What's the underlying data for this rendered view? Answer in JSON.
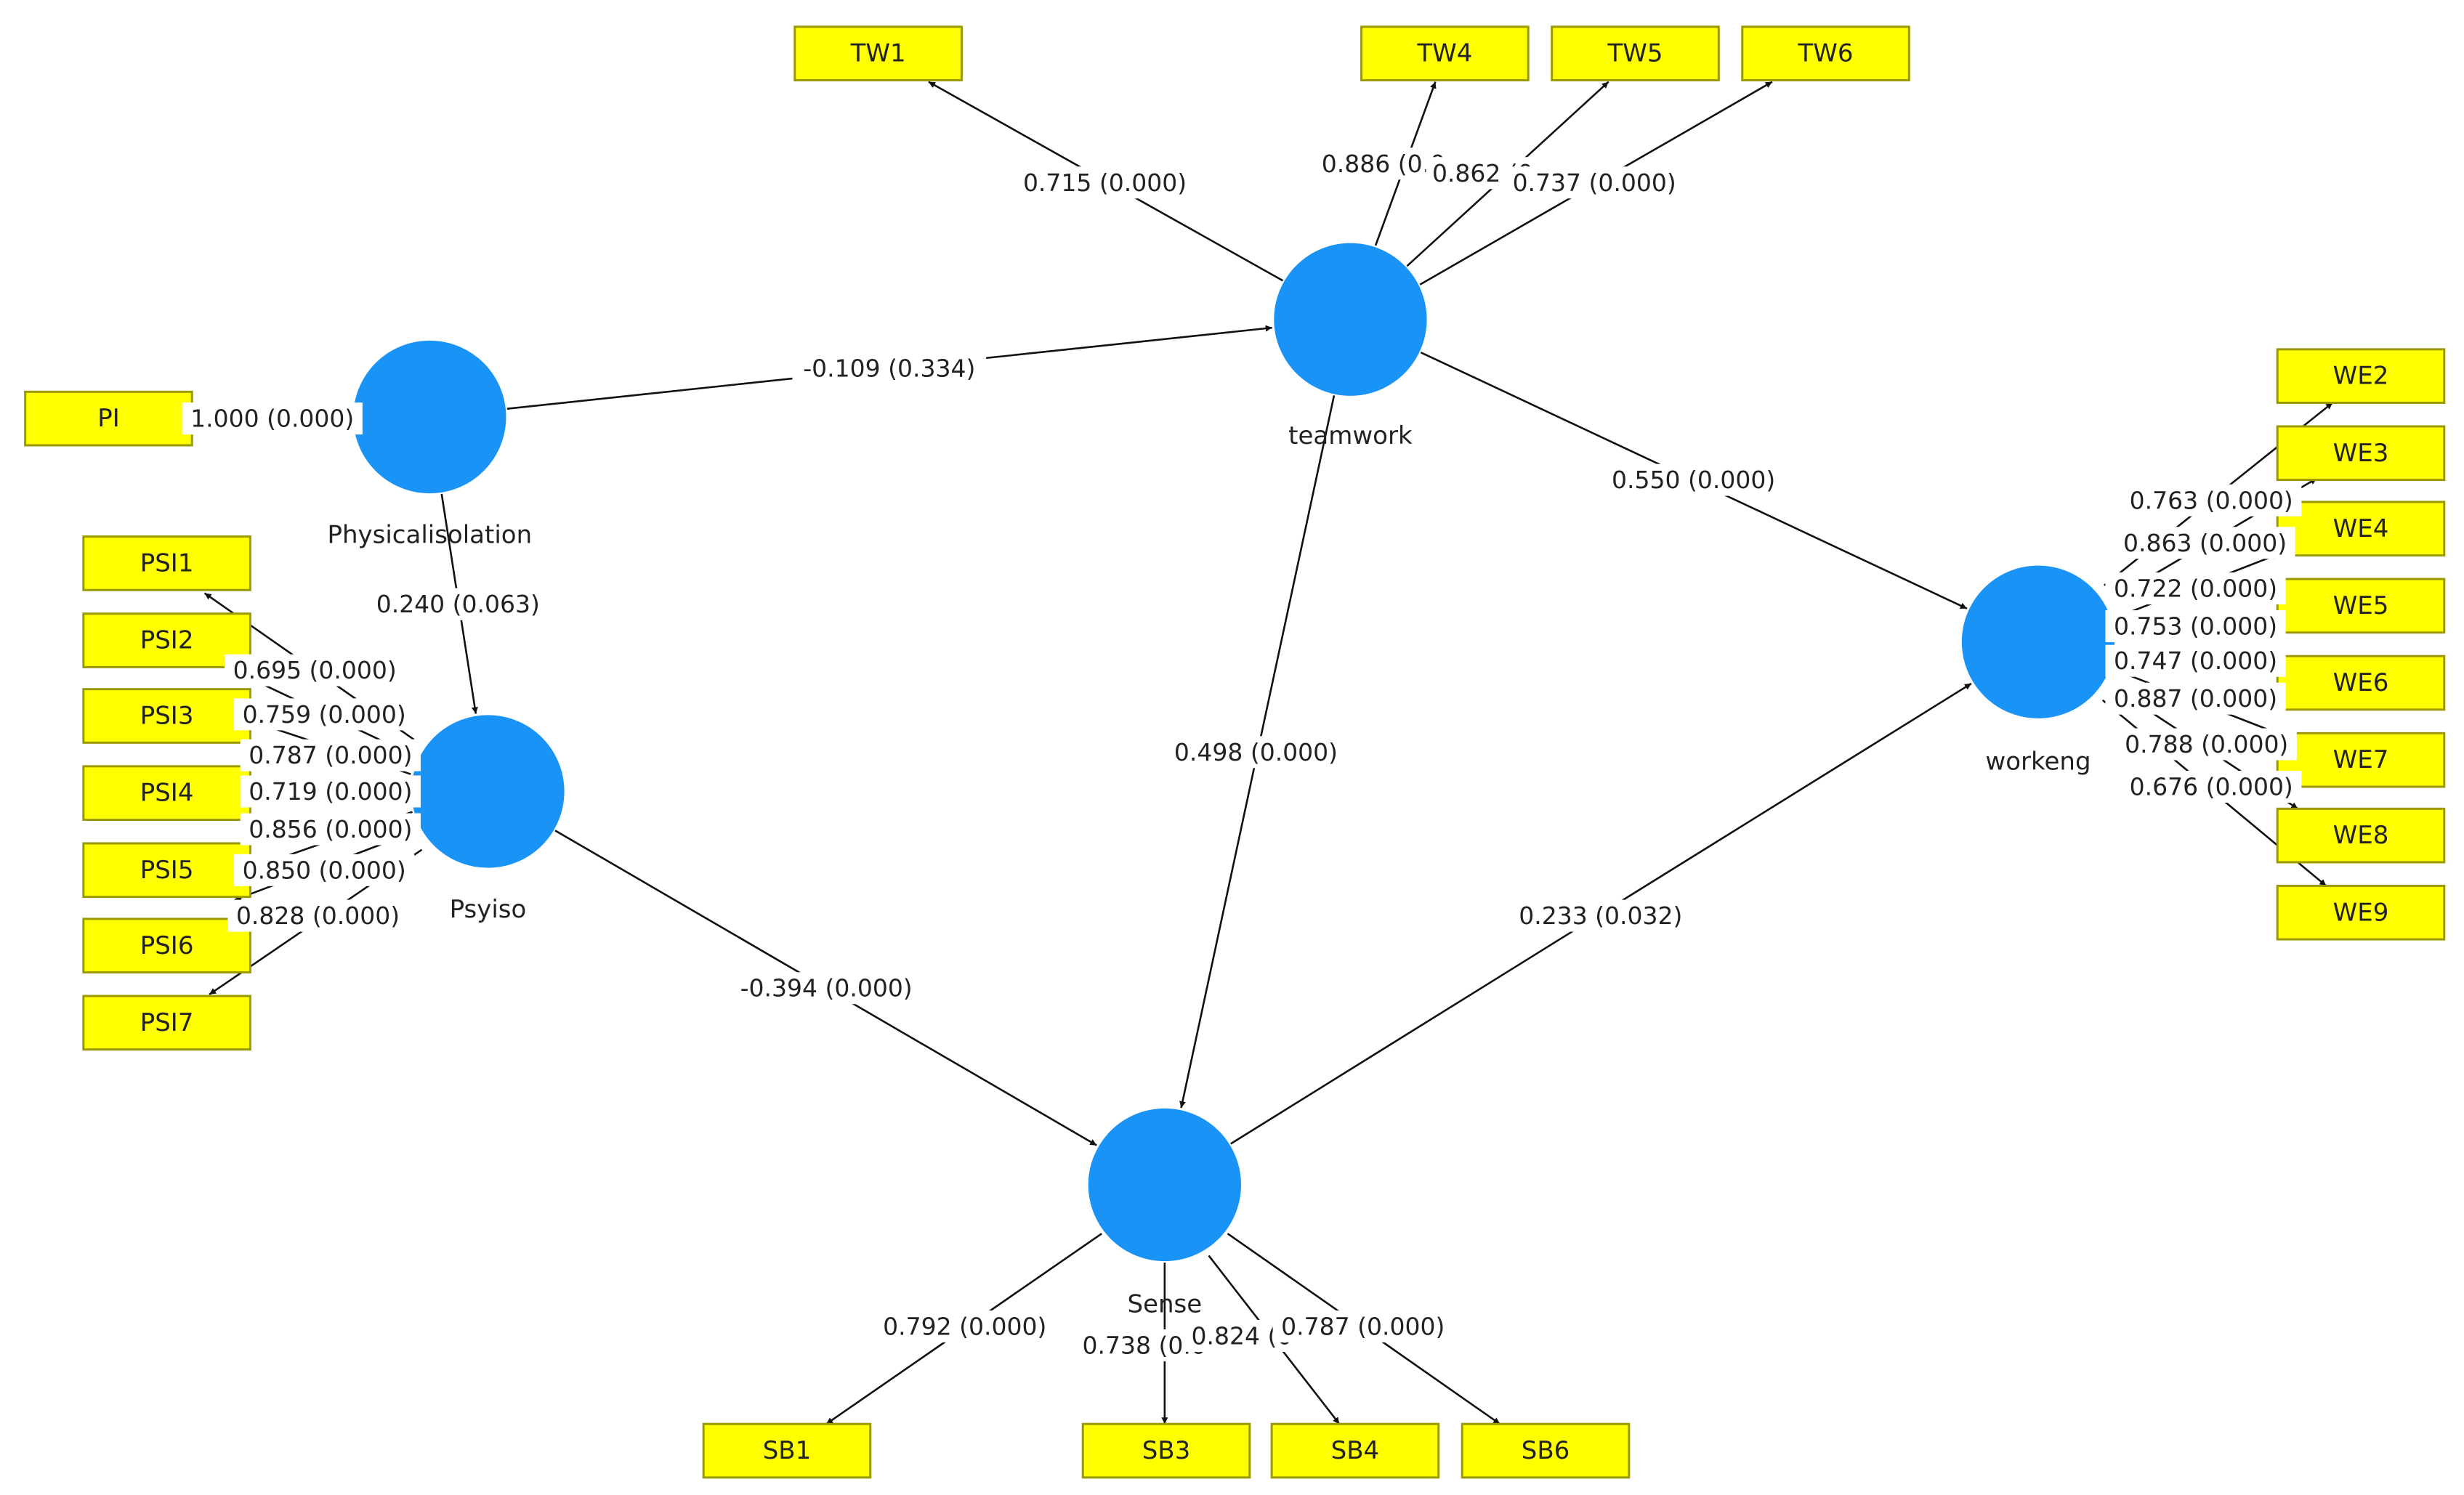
{
  "colors": {
    "latent": "#1a93f6",
    "indicator": "#ffff00",
    "line": "#111111"
  },
  "latents": [
    {
      "id": "physicalisolation",
      "label": "Physicalisolation"
    },
    {
      "id": "teamwork",
      "label": "teamwork"
    },
    {
      "id": "psyiso",
      "label": "Psyiso"
    },
    {
      "id": "sense",
      "label": "Sense"
    },
    {
      "id": "workeng",
      "label": "workeng"
    }
  ],
  "indicators": [
    {
      "id": "PI",
      "label": "PI"
    },
    {
      "id": "TW1",
      "label": "TW1"
    },
    {
      "id": "TW4",
      "label": "TW4"
    },
    {
      "id": "TW5",
      "label": "TW5"
    },
    {
      "id": "TW6",
      "label": "TW6"
    },
    {
      "id": "PSI1",
      "label": "PSI1"
    },
    {
      "id": "PSI2",
      "label": "PSI2"
    },
    {
      "id": "PSI3",
      "label": "PSI3"
    },
    {
      "id": "PSI4",
      "label": "PSI4"
    },
    {
      "id": "PSI5",
      "label": "PSI5"
    },
    {
      "id": "PSI6",
      "label": "PSI6"
    },
    {
      "id": "PSI7",
      "label": "PSI7"
    },
    {
      "id": "WE2",
      "label": "WE2"
    },
    {
      "id": "WE3",
      "label": "WE3"
    },
    {
      "id": "WE4",
      "label": "WE4"
    },
    {
      "id": "WE5",
      "label": "WE5"
    },
    {
      "id": "WE6",
      "label": "WE6"
    },
    {
      "id": "WE7",
      "label": "WE7"
    },
    {
      "id": "WE8",
      "label": "WE8"
    },
    {
      "id": "WE9",
      "label": "WE9"
    },
    {
      "id": "SB1",
      "label": "SB1"
    },
    {
      "id": "SB3",
      "label": "SB3"
    },
    {
      "id": "SB4",
      "label": "SB4"
    },
    {
      "id": "SB6",
      "label": "SB6"
    }
  ],
  "paths": [
    {
      "from": "physicalisolation",
      "to": "teamwork",
      "label": "-0.109 (0.334)"
    },
    {
      "from": "physicalisolation",
      "to": "psyiso",
      "label": "0.240 (0.063)"
    },
    {
      "from": "teamwork",
      "to": "workeng",
      "label": "0.550 (0.000)"
    },
    {
      "from": "teamwork",
      "to": "sense",
      "label": "0.498 (0.000)"
    },
    {
      "from": "psyiso",
      "to": "sense",
      "label": "-0.394 (0.000)"
    },
    {
      "from": "sense",
      "to": "workeng",
      "label": "0.233 (0.032)"
    }
  ],
  "loadings": [
    {
      "latent": "physicalisolation",
      "indicator": "PI",
      "label": "1.000 (0.000)"
    },
    {
      "latent": "teamwork",
      "indicator": "TW1",
      "label": "0.715 (0.000)"
    },
    {
      "latent": "teamwork",
      "indicator": "TW4",
      "label": "0.886 (0.0"
    },
    {
      "latent": "teamwork",
      "indicator": "TW5",
      "label": "0.862 (0"
    },
    {
      "latent": "teamwork",
      "indicator": "TW6",
      "label": "0.737 (0.000)"
    },
    {
      "latent": "psyiso",
      "indicator": "PSI1",
      "label": "0.695 (0.000)"
    },
    {
      "latent": "psyiso",
      "indicator": "PSI2",
      "label": "0.759 (0.000)"
    },
    {
      "latent": "psyiso",
      "indicator": "PSI3",
      "label": "0.787 (0.000)"
    },
    {
      "latent": "psyiso",
      "indicator": "PSI4",
      "label": "0.719 (0.000)"
    },
    {
      "latent": "psyiso",
      "indicator": "PSI5",
      "label": "0.856 (0.000)"
    },
    {
      "latent": "psyiso",
      "indicator": "PSI6",
      "label": "0.850 (0.000)"
    },
    {
      "latent": "psyiso",
      "indicator": "PSI7",
      "label": "0.828 (0.000)"
    },
    {
      "latent": "workeng",
      "indicator": "WE2",
      "label": "0.763 (0.000)"
    },
    {
      "latent": "workeng",
      "indicator": "WE3",
      "label": "0.863 (0.000)"
    },
    {
      "latent": "workeng",
      "indicator": "WE4",
      "label": "0.722 (0.000)"
    },
    {
      "latent": "workeng",
      "indicator": "WE5",
      "label": "0.753 (0.000)"
    },
    {
      "latent": "workeng",
      "indicator": "WE6",
      "label": "0.747 (0.000)"
    },
    {
      "latent": "workeng",
      "indicator": "WE7",
      "label": "0.887 (0.000)"
    },
    {
      "latent": "workeng",
      "indicator": "WE8",
      "label": "0.788 (0.000)"
    },
    {
      "latent": "workeng",
      "indicator": "WE9",
      "label": "0.676 (0.000)"
    },
    {
      "latent": "sense",
      "indicator": "SB1",
      "label": "0.792 (0.000)"
    },
    {
      "latent": "sense",
      "indicator": "SB3",
      "label": "0.738 (0.0"
    },
    {
      "latent": "sense",
      "indicator": "SB4",
      "label": "0.824 (0"
    },
    {
      "latent": "sense",
      "indicator": "SB6",
      "label": "0.787 (0.000)"
    }
  ]
}
